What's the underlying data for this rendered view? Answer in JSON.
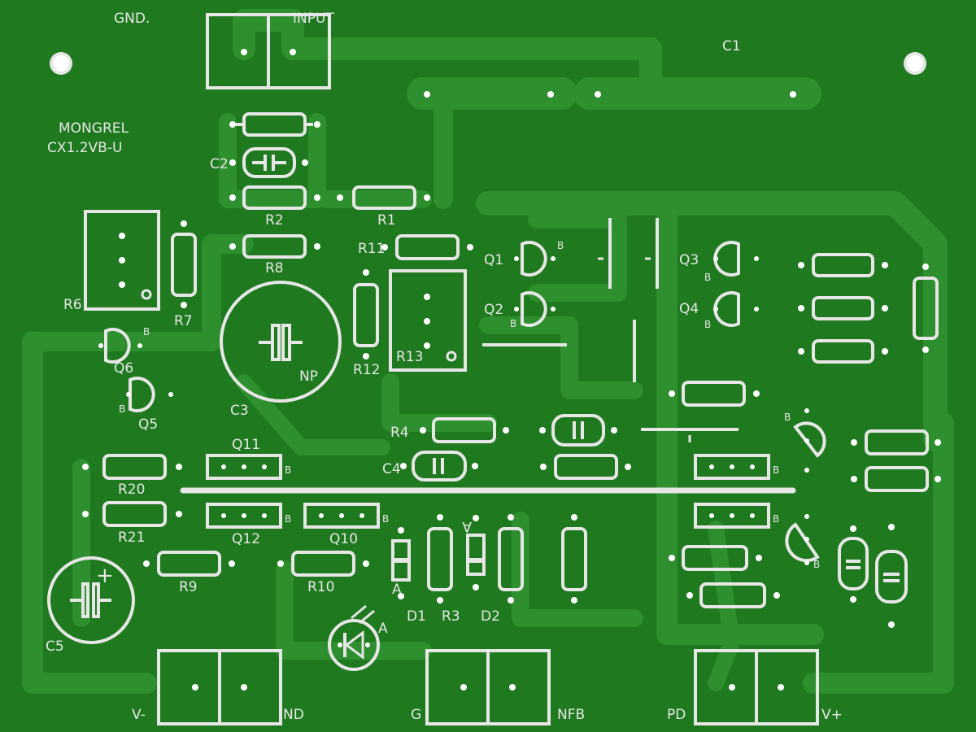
{
  "board": {
    "background": "#1f7a1f",
    "trace_color": "#2e8f2e",
    "silk_color": "#e6e6e6",
    "title_line1": "MONGREL",
    "title_line2": "CX1.2VB-U"
  },
  "connectors": {
    "gnd": "GND.",
    "input": "INPUT",
    "v_minus": "V-",
    "nd": "ND",
    "g": "G",
    "nfb": "NFB",
    "pd": "PD",
    "v_plus": "V+"
  },
  "labels": {
    "c1": "C1",
    "c2": "C2",
    "c3": "C3",
    "c4": "C4",
    "c5": "C5",
    "r1": "R1",
    "r2": "R2",
    "r3": "R3",
    "r4": "R4",
    "r6": "R6",
    "r7": "R7",
    "r8": "R8",
    "r9": "R9",
    "r10": "R10",
    "r11": "R11",
    "r12": "R12",
    "r13": "R13",
    "r20": "R20",
    "r21": "R21",
    "q1": "Q1",
    "q2": "Q2",
    "q3": "Q3",
    "q4": "Q4",
    "q5": "Q5",
    "q6": "Q6",
    "q10": "Q10",
    "q11": "Q11",
    "q12": "Q12",
    "d1": "D1",
    "d2": "D2",
    "np": "NP",
    "a": "A",
    "b": "B",
    "plus": "+"
  }
}
